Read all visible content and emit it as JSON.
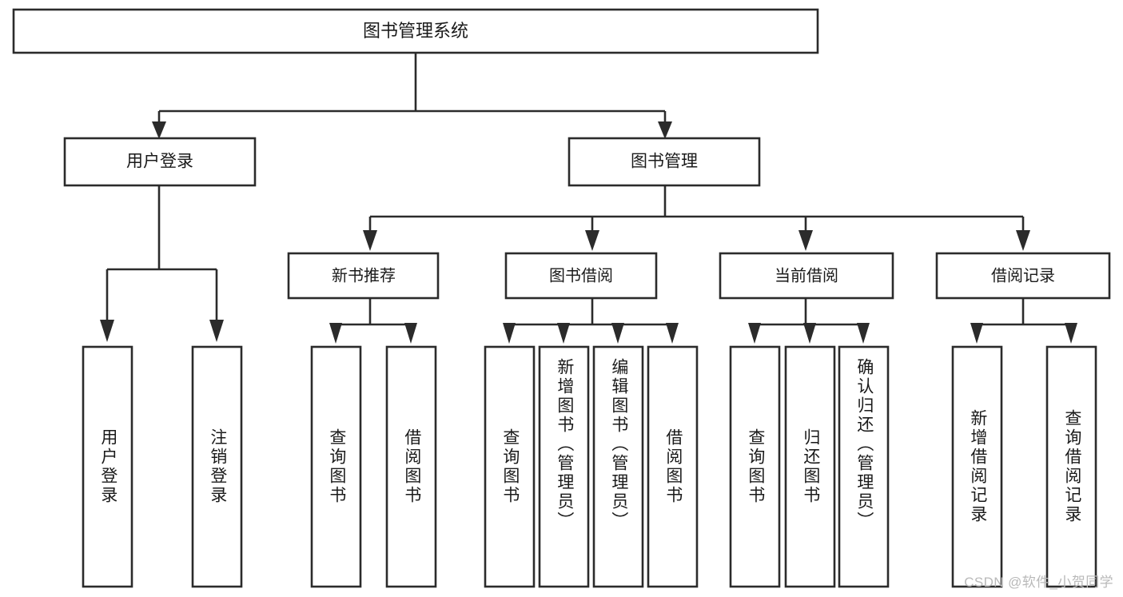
{
  "diagram": {
    "title": "图书管理系统",
    "watermark": "CSDN @软件_小贺同学",
    "accent_color": "#2b2b2b",
    "box_fill": "#ffffff",
    "levels": {
      "root": {
        "label": "图书管理系统"
      },
      "level1": [
        {
          "id": "user-login",
          "label": "用户登录"
        },
        {
          "id": "book-management",
          "label": "图书管理"
        }
      ],
      "level2": [
        {
          "id": "new-book-recommend",
          "label": "新书推荐"
        },
        {
          "id": "book-borrow",
          "label": "图书借阅"
        },
        {
          "id": "current-borrow",
          "label": "当前借阅"
        },
        {
          "id": "borrow-record",
          "label": "借阅记录"
        }
      ],
      "leaves": {
        "user-login": [
          {
            "id": "leaf-user-login",
            "label": "用户登录"
          },
          {
            "id": "leaf-user-logout",
            "label": "注销登录"
          }
        ],
        "new-book-recommend": [
          {
            "id": "leaf-query-book-1",
            "label": "查询图书"
          },
          {
            "id": "leaf-borrow-book-1",
            "label": "借阅图书"
          }
        ],
        "book-borrow": [
          {
            "id": "leaf-query-book-2",
            "label": "查询图书"
          },
          {
            "id": "leaf-add-book",
            "label": "新增图书（管理员）"
          },
          {
            "id": "leaf-edit-book",
            "label": "编辑图书（管理员）"
          },
          {
            "id": "leaf-borrow-book-2",
            "label": "借阅图书"
          }
        ],
        "current-borrow": [
          {
            "id": "leaf-query-book-3",
            "label": "查询图书"
          },
          {
            "id": "leaf-return-book",
            "label": "归还图书"
          },
          {
            "id": "leaf-confirm-return",
            "label": "确认归还（管理员）"
          }
        ],
        "borrow-record": [
          {
            "id": "leaf-add-record",
            "label": "新增借阅记录"
          },
          {
            "id": "leaf-query-record",
            "label": "查询借阅记录"
          }
        ]
      }
    }
  }
}
